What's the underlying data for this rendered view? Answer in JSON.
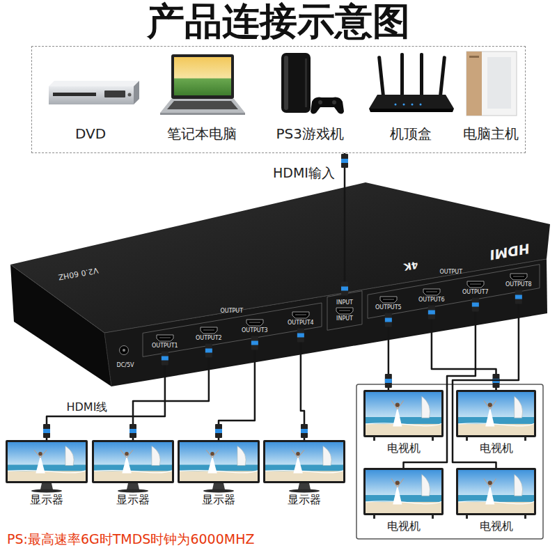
{
  "diagram": {
    "title": "产品连接示意图",
    "nodes": [
      {
        "text": [
          "DVD",
          "笔记本电脑",
          "PS3游戏机",
          "机顶盒",
          "电脑主机"
        ]
      },
      {
        "text": [
          "HDMI",
          "4K",
          "V2.0 60HZ",
          "OUTPUT",
          "OUTPUT",
          "DC/5V"
        ]
      },
      {
        "text": [
          "OUTPUT1"
        ],
        "in": 1
      },
      {
        "text": [
          "OUTPUT2"
        ],
        "in": 1
      },
      {
        "text": [
          "OUTPUT3"
        ],
        "in": 1
      },
      {
        "text": [
          "OUTPUT4"
        ],
        "in": 1
      },
      {
        "text": [
          "INPUT",
          "INPUT"
        ],
        "in": 1
      },
      {
        "text": [
          "OUTPUT5"
        ],
        "in": 1
      },
      {
        "text": [
          "OUTPUT6"
        ],
        "in": 1
      },
      {
        "text": [
          "OUTPUT7"
        ],
        "in": 1
      },
      {
        "text": [
          "OUTPUT8"
        ],
        "in": 1
      },
      {
        "text": [
          "显示器"
        ]
      },
      {
        "text": [
          "显示器"
        ]
      },
      {
        "text": [
          "显示器"
        ]
      },
      {
        "text": [
          "显示器"
        ]
      },
      {
        "text": [
          "电视机"
        ]
      },
      {
        "text": [
          "电视机"
        ]
      },
      {
        "text": [
          "电视机"
        ]
      },
      {
        "text": [
          "电视机"
        ]
      }
    ],
    "edges": [
      {
        "from": 0,
        "to": 6,
        "label": "HDMI输入",
        "arrow": "none"
      },
      {
        "from": 2,
        "to": 11,
        "label": "HDMI线",
        "arrow": "none"
      },
      {
        "from": 3,
        "to": 12,
        "arrow": "none"
      },
      {
        "from": 4,
        "to": 13,
        "arrow": "none"
      },
      {
        "from": 5,
        "to": 14,
        "arrow": "none"
      },
      {
        "from": 7,
        "to": 15,
        "arrow": "none"
      },
      {
        "from": 8,
        "to": 16,
        "arrow": "none"
      },
      {
        "from": 9,
        "to": 17,
        "arrow": "none"
      },
      {
        "from": 10,
        "to": 18,
        "arrow": "none"
      }
    ],
    "labels": [
      "PS:最高速率6G时TMDS时钟为6000MHZ"
    ]
  }
}
